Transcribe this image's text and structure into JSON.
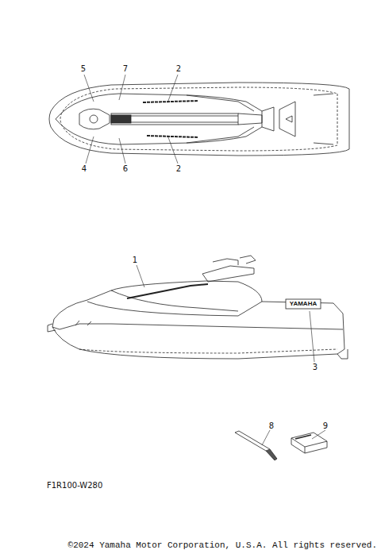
{
  "diagram": {
    "labels": [
      "5",
      "7",
      "2",
      "4",
      "6",
      "2",
      "1",
      "3",
      "8",
      "9",
      "F1R100-W280",
      "YAMAHA",
      "©2024 Yamaha Motor Corporation, U.S.A. All rights reserved."
    ]
  }
}
